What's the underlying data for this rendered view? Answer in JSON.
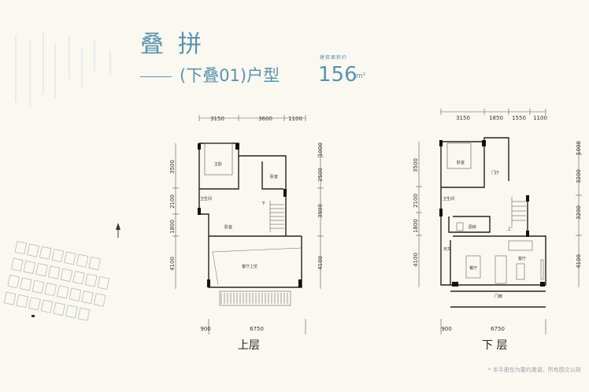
{
  "header": {
    "title": "叠拼",
    "subtitle": "(下叠01)户型",
    "area_label": "建筑面积约",
    "area_value": "156",
    "area_unit": "m²"
  },
  "upper_floor": {
    "label": "上层",
    "dims_top": [
      "3150",
      "3600",
      "1100"
    ],
    "dims_bottom": [
      "900",
      "6750"
    ],
    "dims_left": [
      "3500",
      "2100",
      "1800",
      "4100"
    ],
    "dims_right": [
      "1000",
      "2500",
      "3900",
      "4100"
    ],
    "rooms": [
      "主卧",
      "卧室",
      "卫生间",
      "卧室",
      "客厅上空"
    ],
    "stair_mark": "下"
  },
  "lower_floor": {
    "label": "下 层",
    "dims_top": [
      "3150",
      "1850",
      "1550",
      "1100"
    ],
    "dims_bottom": [
      "900",
      "6750"
    ],
    "dims_left": [
      "3500",
      "2100",
      "1800",
      "4100"
    ],
    "dims_right": [
      "1000",
      "3200",
      "3200",
      "4100"
    ],
    "rooms": [
      "卧室",
      "门厅",
      "卫生间",
      "厨房",
      "天井",
      "餐厅",
      "客厅",
      "门廊"
    ],
    "stair_mark": "上"
  },
  "footer": {
    "note": "* 本手册仅为要约邀请，所有图文以政"
  },
  "colors": {
    "accent": "#5a93ad",
    "background": "#fbf8f1"
  }
}
